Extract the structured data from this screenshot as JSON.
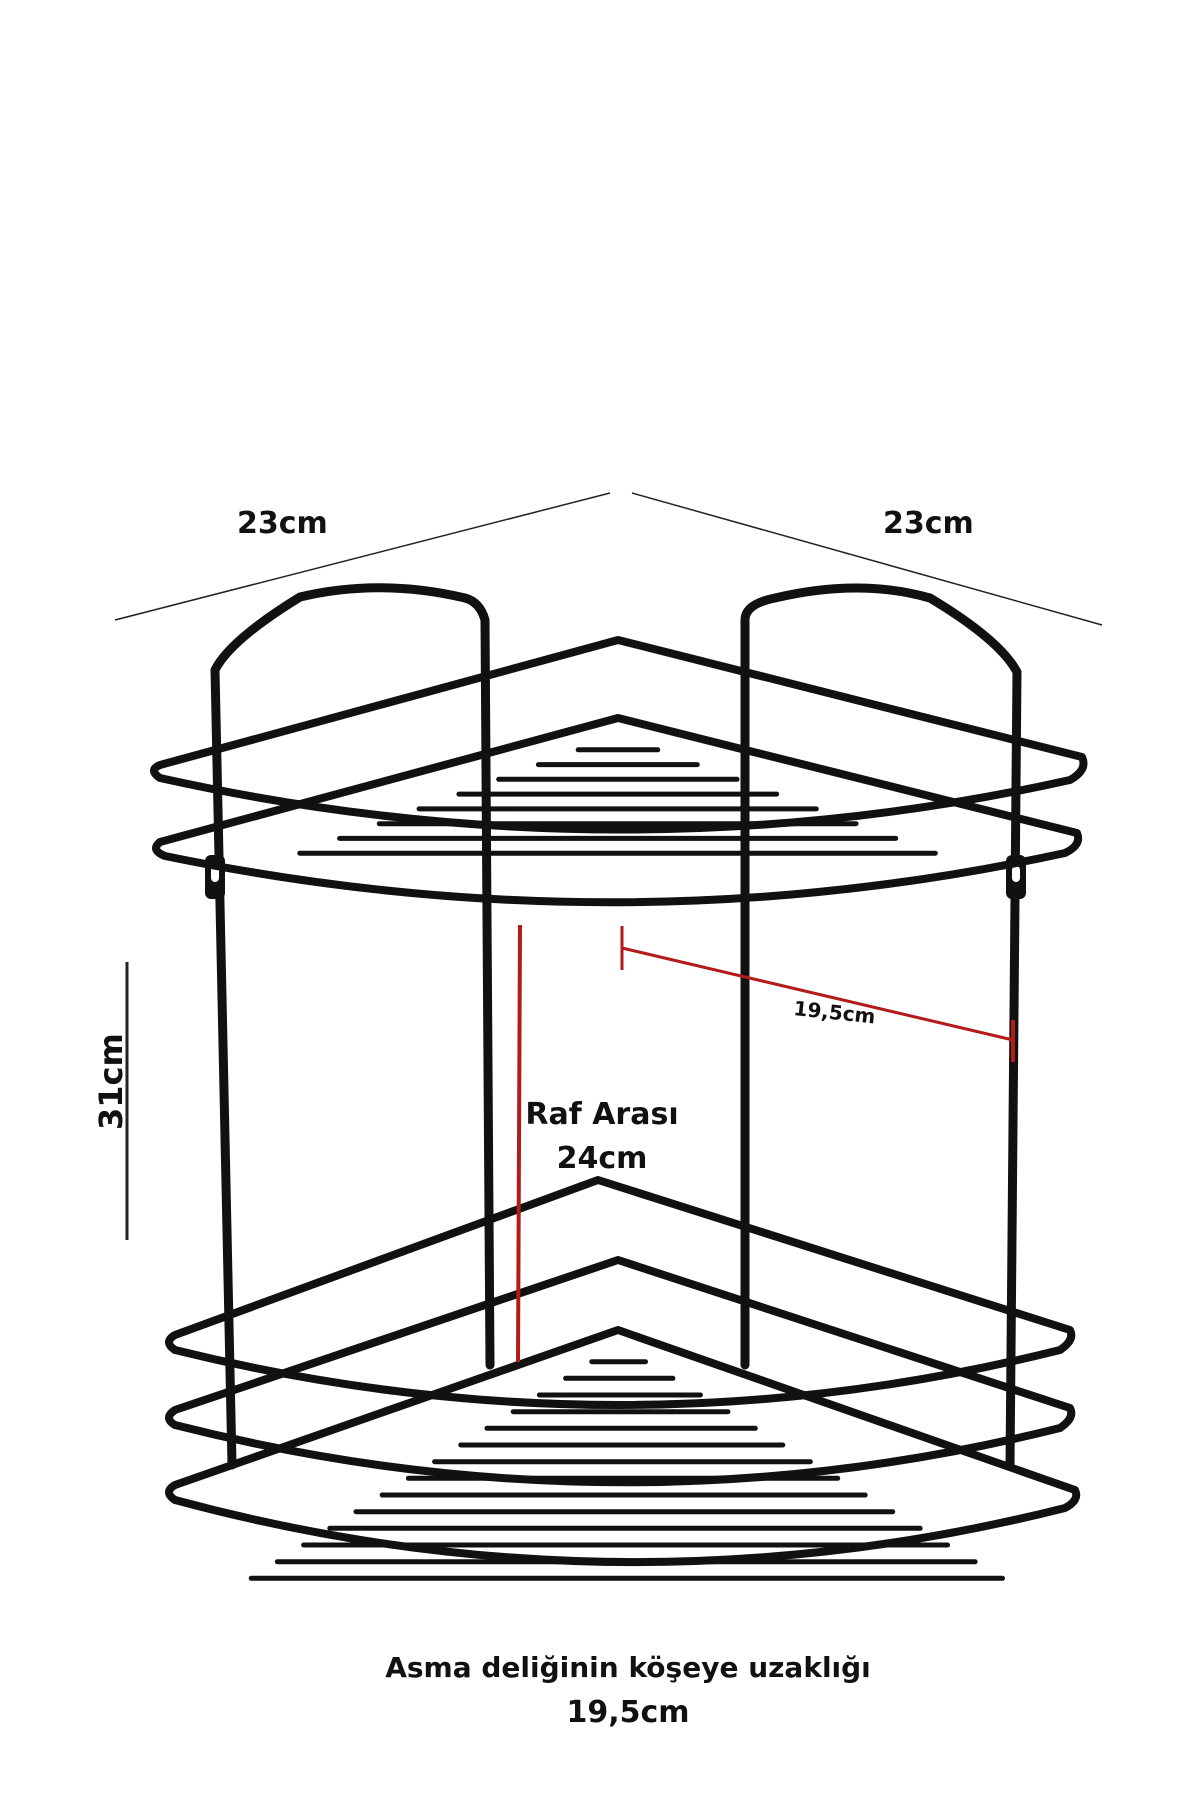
{
  "labels": {
    "width_left": "23cm",
    "width_right": "23cm",
    "height": "31cm",
    "hole_distance_short": "19,5cm",
    "shelf_gap_title": "Raf Arası",
    "shelf_gap_value": "24cm",
    "hole_distance_title": "Asma deliğinin köşeye uzaklığı",
    "hole_distance_value": "19,5cm"
  },
  "colors": {
    "wire": "#111111",
    "measure_accent": "#b31b1b",
    "dimension_line": "#222222",
    "background": "#ffffff"
  }
}
